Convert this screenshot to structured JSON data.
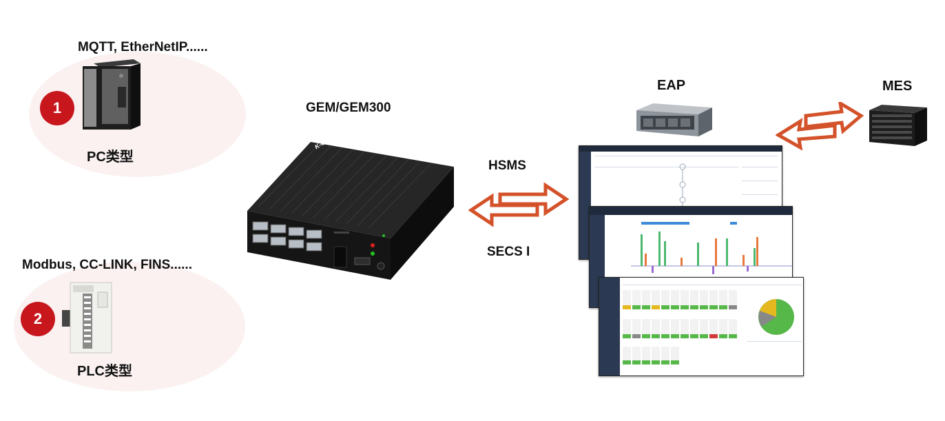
{
  "labels": {
    "pc_protocols": "MQTT, EtherNetIP......",
    "pc_type": "PC类型",
    "plc_protocols": "Modbus, CC-LINK, FINS......",
    "plc_type": "PLC类型",
    "gem": "GEM/GEM300",
    "hsms": "HSMS",
    "secs": "SECS I",
    "eap": "EAP",
    "mes": "MES"
  },
  "badges": {
    "one": "1",
    "two": "2"
  },
  "device": {
    "brand": "K-GLOMIS"
  },
  "colors": {
    "badge": "#c8161d",
    "arrow": "#d4522a",
    "ellipse": "#fbf1f1"
  }
}
